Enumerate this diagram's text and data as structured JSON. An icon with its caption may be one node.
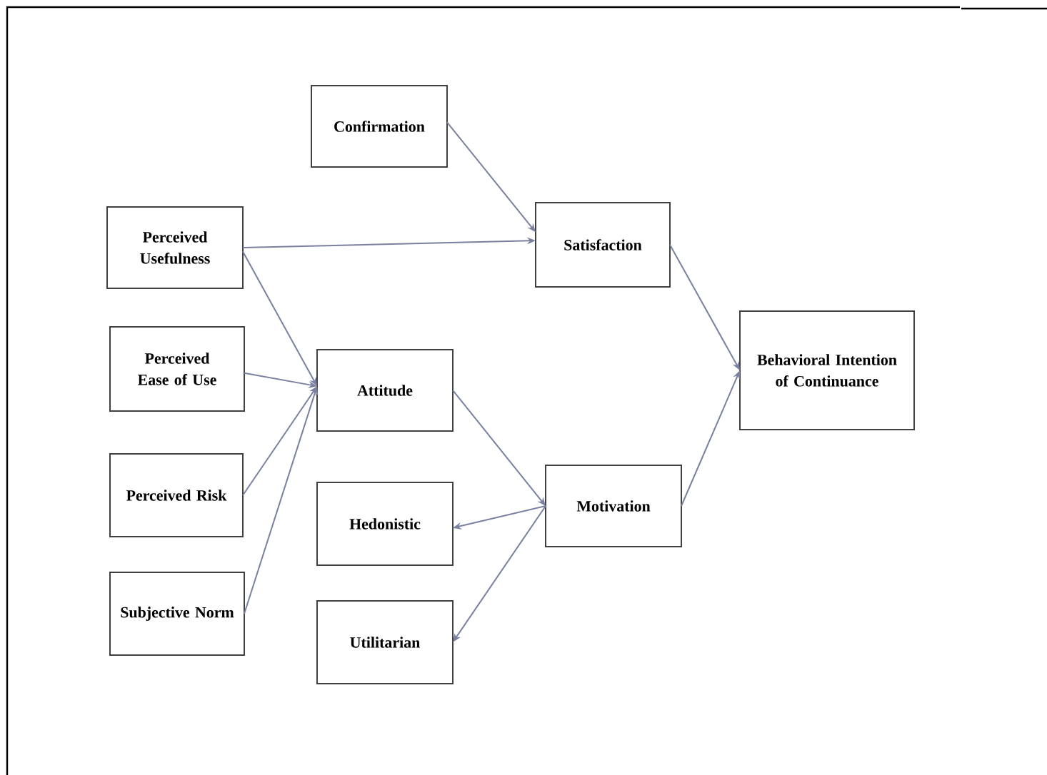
{
  "diagram": {
    "nodes": [
      {
        "text": [
          "Confirmation"
        ]
      },
      {
        "text": [
          "Perceived Usefulness"
        ]
      },
      {
        "text": [
          "Satisfaction"
        ]
      },
      {
        "text": [
          "Perceived Ease of Use"
        ]
      },
      {
        "text": [
          "Attitude"
        ]
      },
      {
        "text": [
          "Behavioral Intention of Continuance"
        ]
      },
      {
        "text": [
          "Perceived Risk"
        ]
      },
      {
        "text": [
          "Motivation"
        ]
      },
      {
        "text": [
          "Hedonistic"
        ]
      },
      {
        "text": [
          "Subjective Norm"
        ]
      },
      {
        "text": [
          "Utilitarian"
        ]
      }
    ],
    "edges": [
      {
        "from": 0,
        "to": 2,
        "arrow": "to"
      },
      {
        "from": 1,
        "to": 2,
        "arrow": "to"
      },
      {
        "from": 1,
        "to": 4,
        "arrow": "to"
      },
      {
        "from": 3,
        "to": 4,
        "arrow": "to"
      },
      {
        "from": 6,
        "to": 4,
        "arrow": "to"
      },
      {
        "from": 9,
        "to": 4,
        "arrow": "to"
      },
      {
        "from": 2,
        "to": 5,
        "arrow": "to"
      },
      {
        "from": 4,
        "to": 7,
        "arrow": "to"
      },
      {
        "from": 7,
        "to": 8,
        "arrow": "to"
      },
      {
        "from": 7,
        "to": 10,
        "arrow": "to"
      },
      {
        "from": 7,
        "to": 5,
        "arrow": "to"
      }
    ]
  }
}
